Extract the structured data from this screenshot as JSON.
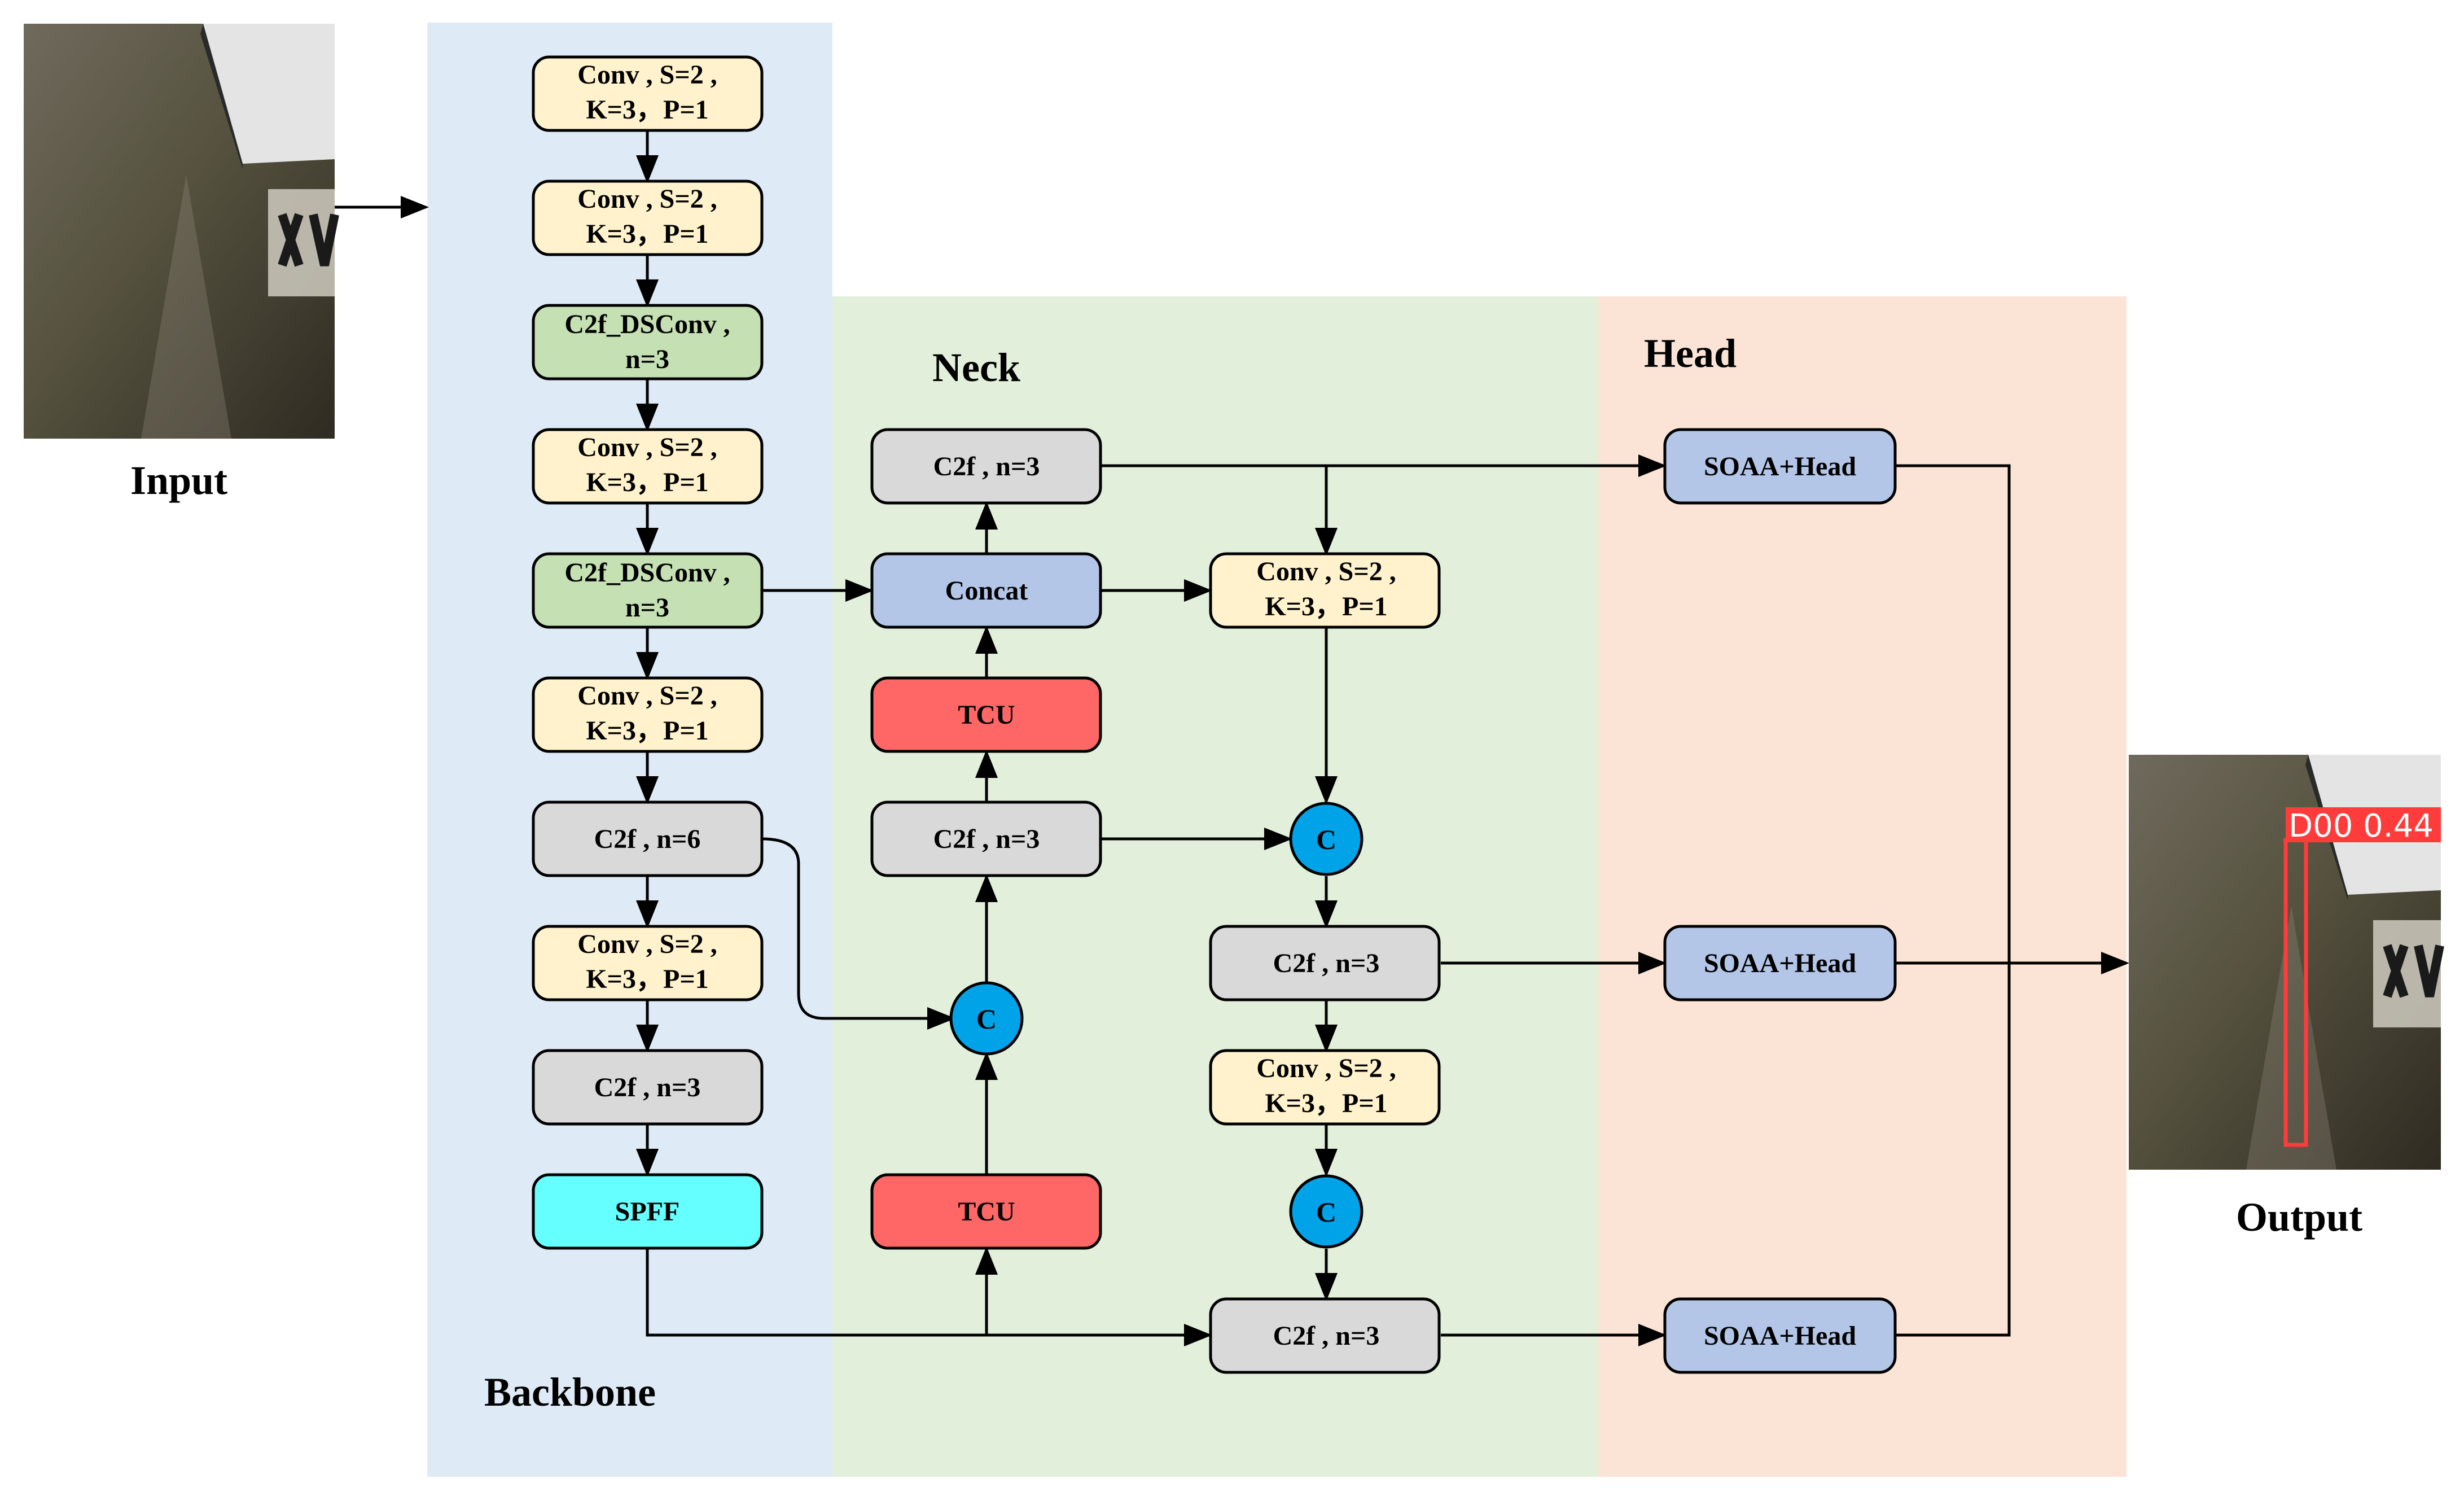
{
  "sections": {
    "backbone": "Backbone",
    "neck": "Neck",
    "head": "Head"
  },
  "io": {
    "input_label": "Input",
    "output_label": "Output",
    "detection_label": "D00  0.44"
  },
  "colors": {
    "backbone_bg": "#deebf6",
    "neck_bg": "#e2efda",
    "head_bg": "#fbe4d5",
    "conv": "#fff2cc",
    "c2f_dsconv": "#c5e0b3",
    "c2f": "#d9d9d9",
    "spff": "#66ffff",
    "concat_head": "#b4c6e7",
    "tcu": "#ff6666",
    "concat_node": "#00a2e8",
    "detection_box": "#ff3b3b"
  },
  "backbone": [
    {
      "line1": "Conv , S=2 ,",
      "line2": "K=3，P=1"
    },
    {
      "line1": "Conv , S=2 ,",
      "line2": "K=3，P=1"
    },
    {
      "line1": "C2f_DSConv ,",
      "line2": "n=3"
    },
    {
      "line1": "Conv , S=2 ,",
      "line2": "K=3，P=1"
    },
    {
      "line1": "C2f_DSConv ,",
      "line2": "n=3"
    },
    {
      "line1": "Conv , S=2 ,",
      "line2": "K=3，P=1"
    },
    {
      "line1": "C2f , n=6"
    },
    {
      "line1": "Conv , S=2 ,",
      "line2": "K=3，P=1"
    },
    {
      "line1": "C2f , n=3"
    },
    {
      "line1": "SPFF"
    }
  ],
  "neck_left": {
    "c2f_top": "C2f , n=3",
    "concat": "Concat",
    "tcu_upper": "TCU",
    "c2f_mid": "C2f , n=3",
    "c_node": "C",
    "tcu_lower": "TCU"
  },
  "neck_right": {
    "conv_top": {
      "line1": "Conv , S=2 ,",
      "line2": "K=3，P=1"
    },
    "c_upper": "C",
    "c2f_mid": "C2f , n=3",
    "conv_low": {
      "line1": "Conv , S=2 ,",
      "line2": "K=3，P=1"
    },
    "c_lower": "C",
    "c2f_bottom": "C2f , n=3"
  },
  "head": [
    "SOAA+Head",
    "SOAA+Head",
    "SOAA+Head"
  ]
}
